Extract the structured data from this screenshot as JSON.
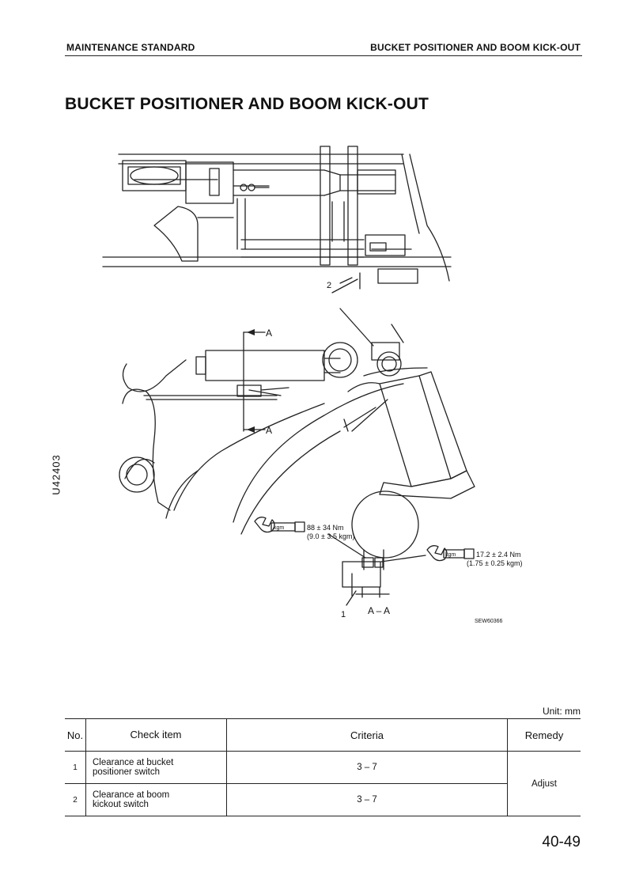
{
  "header": {
    "left": "MAINTENANCE STANDARD",
    "right": "BUCKET POSITIONER AND BOOM KICK-OUT"
  },
  "title": "BUCKET POSITIONER AND BOOM KICK-OUT",
  "side_code": "U42403",
  "figure": {
    "callouts": {
      "item_1": "1",
      "item_2": "2"
    },
    "section_marker": "A",
    "section_view": "A – A",
    "torque_icon_label": "kgm",
    "torque_1": {
      "nm": "88 ± 34 Nm",
      "kgm": "(9.0 ± 3.5 kgm)"
    },
    "torque_2": {
      "nm": "17.2 ± 2.4 Nm",
      "kgm": "(1.75 ± 0.25 kgm)"
    },
    "drawing_code": "SEW60366"
  },
  "table": {
    "unit": "Unit: mm",
    "columns": {
      "no": "No.",
      "item": "Check item",
      "criteria": "Criteria",
      "remedy": "Remedy"
    },
    "rows": [
      {
        "no": "1",
        "item_line1": "Clearance at bucket",
        "item_line2": "positioner switch",
        "criteria": "3 – 7"
      },
      {
        "no": "2",
        "item_line1": "Clearance at boom",
        "item_line2": "kickout switch",
        "criteria": "3 – 7"
      }
    ],
    "remedy": "Adjust"
  },
  "page_number": "40-49"
}
